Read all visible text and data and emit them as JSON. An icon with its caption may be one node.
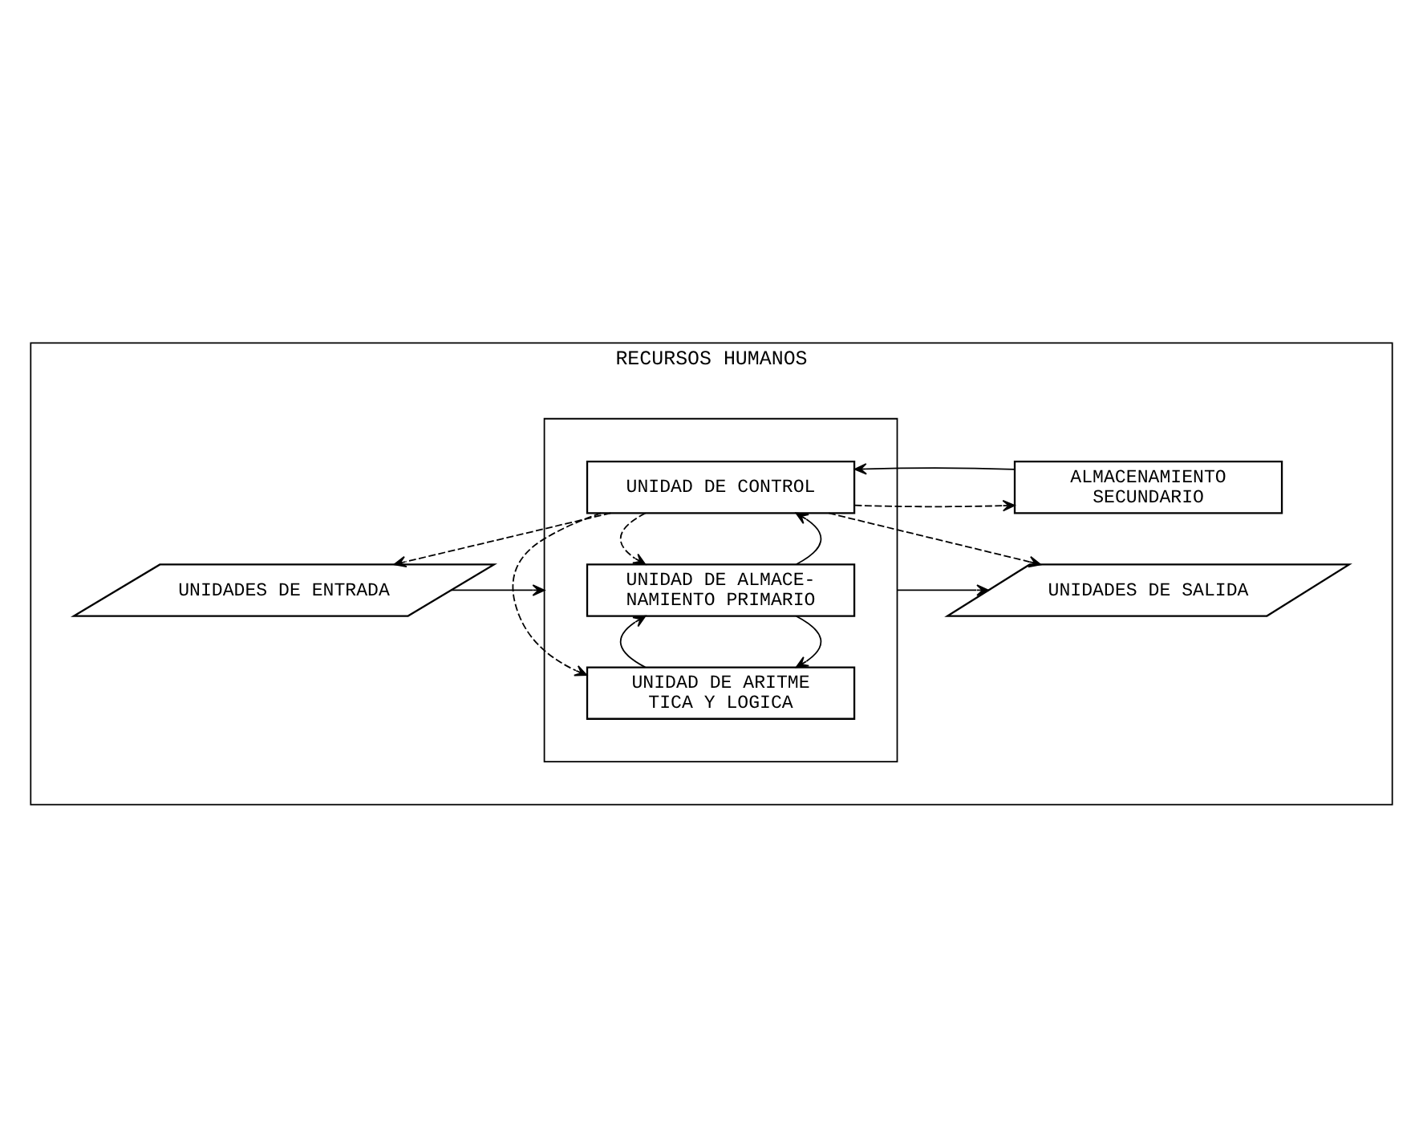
{
  "diagram": {
    "nodes": [
      {
        "text": [
          "RECURSOS HUMANOS"
        ]
      },
      {
        "text": [
          "UNIDADES DE ENTRADA"
        ],
        "in": 0
      },
      {
        "text": [],
        "shape": "box",
        "in": 0
      },
      {
        "text": [
          "UNIDAD DE CONTROL"
        ],
        "in": 2
      },
      {
        "text": [
          "UNIDAD DE ALMACE- NAMIENTO PRIMARIO"
        ],
        "in": 2
      },
      {
        "text": [
          "UNIDAD DE ARITME TICA Y LOGICA"
        ],
        "in": 2
      },
      {
        "text": [
          "UNIDADES DE SALIDA"
        ],
        "in": 0
      },
      {
        "text": [
          "ALMACENAMIENTO SECUNDARIO"
        ],
        "in": 0
      }
    ],
    "edges": [
      {
        "from": 1,
        "to": 2,
        "arrow": "to"
      },
      {
        "from": 2,
        "to": 6,
        "arrow": "to"
      },
      {
        "from": 3,
        "to": 1,
        "arrow": "to",
        "style": "dashed"
      },
      {
        "from": 3,
        "to": 6,
        "arrow": "to",
        "style": "dashed"
      },
      {
        "from": 4,
        "to": 3,
        "arrow": "to"
      },
      {
        "from": 4,
        "to": 5,
        "arrow": "to"
      },
      {
        "from": 5,
        "to": 4,
        "arrow": "to"
      },
      {
        "from": 3,
        "to": 4,
        "arrow": "to",
        "style": "dashed"
      },
      {
        "from": 3,
        "to": 5,
        "arrow": "to",
        "style": "dashed"
      },
      {
        "from": 3,
        "to": 7,
        "arrow": "to",
        "style": "dashed"
      },
      {
        "from": 7,
        "to": 3,
        "arrow": "to"
      }
    ]
  }
}
